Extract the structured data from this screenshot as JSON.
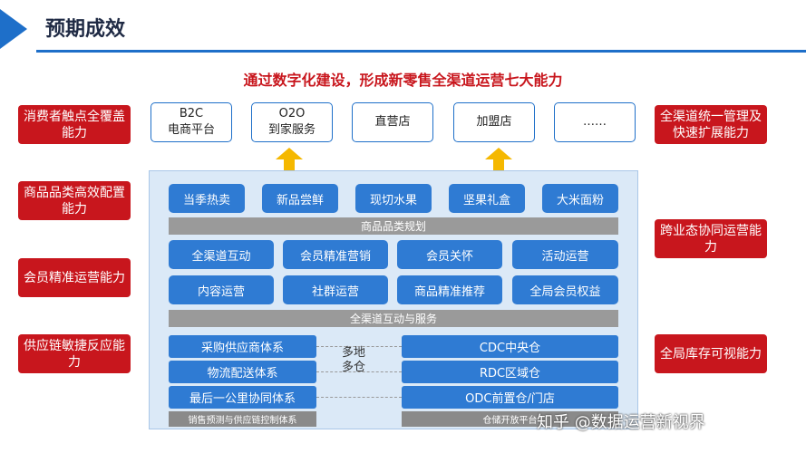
{
  "page_title": "预期成效",
  "subtitle": "通过数字化建设，形成新零售全渠道运营七大能力",
  "left_capabilities": [
    "消费者触点全覆盖能力",
    "商品品类高效配置能力",
    "会员精准运营能力",
    "供应链敏捷反应能力"
  ],
  "right_capabilities": [
    "全渠道统一管理及快速扩展能力",
    "跨业态协同运营能力",
    "全局库存可视能力"
  ],
  "channels": [
    {
      "line1": "B2C",
      "line2": "电商平台"
    },
    {
      "line1": "O2O",
      "line2": "到家服务"
    },
    {
      "line1": "直营店",
      "line2": ""
    },
    {
      "line1": "加盟店",
      "line2": ""
    },
    {
      "line1": "……",
      "line2": ""
    }
  ],
  "product_items": [
    "当季热卖",
    "新品尝鲜",
    "现切水果",
    "坚果礼盒",
    "大米面粉"
  ],
  "product_bar": "商品品类规划",
  "member_items": [
    "全渠道互动",
    "会员精准营销",
    "会员关怀",
    "活动运营",
    "内容运营",
    "社群运营",
    "商品精准推荐",
    "全局会员权益"
  ],
  "member_bar": "全渠道互动与服务",
  "supply_items": [
    "采购供应商体系",
    "物流配送体系",
    "最后一公里协同体系"
  ],
  "supply_bar": "销售预测与供应链控制体系",
  "warehouse_items": [
    "CDC中央仓",
    "RDC区域仓",
    "ODC前置仓/门店"
  ],
  "warehouse_bar": "仓储开放平台",
  "center_label": "多地多仓",
  "watermark": "知乎 @数据运营新视界",
  "colors": {
    "red": "#c8161d",
    "blue": "#2f7bd3",
    "panel": "#dbe9f7",
    "arrow": "#f5b800"
  }
}
